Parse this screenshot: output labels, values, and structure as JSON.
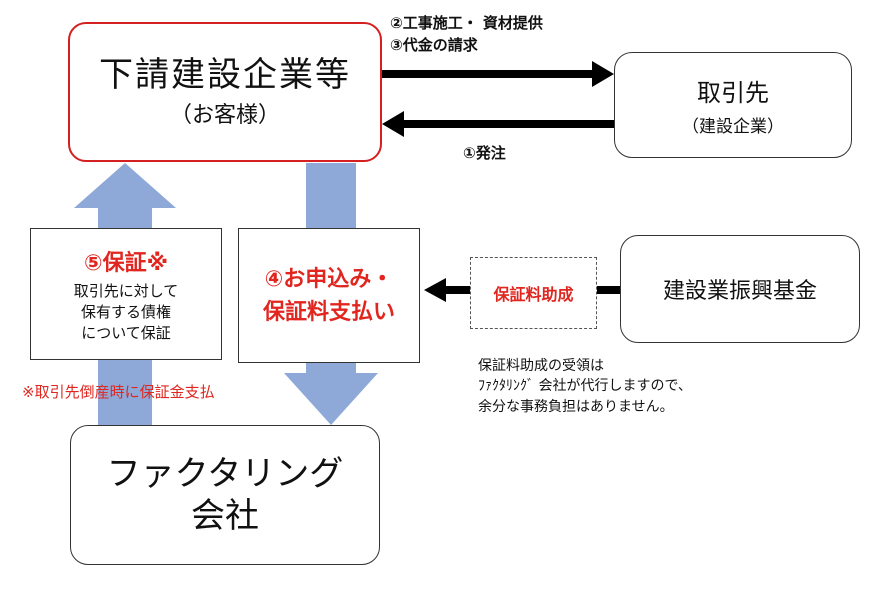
{
  "colors": {
    "accent_red": "#e0261f",
    "arrow_blue": "#8ea9d8",
    "arrow_black": "#000000"
  },
  "subcontractor": {
    "title": "下請建設企業等",
    "subtitle": "（お客様）"
  },
  "client": {
    "title": "取引先",
    "subtitle": "（建設企業）"
  },
  "foundation": {
    "title": "建設業振興基金"
  },
  "factoring": {
    "line1": "ファクタリング",
    "line2": "会社"
  },
  "guarantee_box": {
    "title": "⑤保証※",
    "line1": "取引先に対して",
    "line2": "保有する債権",
    "line3": "について保証"
  },
  "apply_box": {
    "line1": "④お申込み・",
    "line2": "保証料支払い"
  },
  "subsidy_box": {
    "label": "保証料助成"
  },
  "labels": {
    "step2": "②工事施工・ 資材提供",
    "step3": "③代金の請求",
    "step1": "①発注",
    "bankruptcy_note": "※取引先倒産時に保証金支払"
  },
  "note": {
    "line1": "保証料助成の受領は",
    "line2": "ﾌｧｸﾀﾘﾝｸﾞ 会社が代行しますので、",
    "line3": "余分な事務負担はありません。"
  }
}
